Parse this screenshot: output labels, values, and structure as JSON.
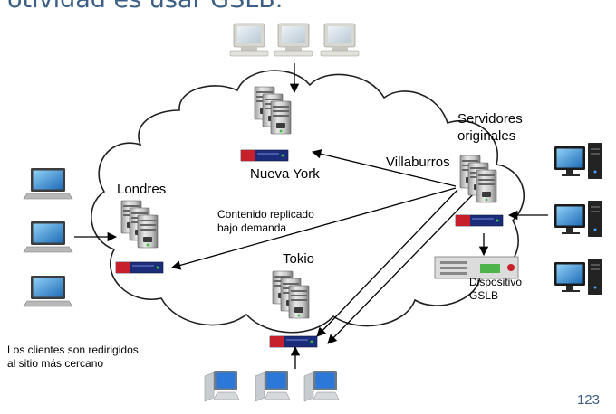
{
  "slide": {
    "title": "otividad es usar GSLB.",
    "page_number": "123"
  },
  "sites": {
    "nueva_york": "Nueva York",
    "londres": "Londres",
    "tokio": "Tokio",
    "villaburros": "Villaburros"
  },
  "labels": {
    "servidores_originales_1": "Servidores",
    "servidores_originales_2": "originales",
    "replicado_1": "Contenido replicado",
    "replicado_2": "bajo demanda",
    "gslb_1": "Dispositivo",
    "gslb_2": "GSLB",
    "clientes_1": "Los clientes son redirigidos",
    "clientes_2": "al sitio más cercano"
  },
  "colors": {
    "title": "#3d5f86",
    "cloud_stroke": "#1f1f1f",
    "device_red": "#c8202a",
    "device_blue": "#1b2c7a"
  }
}
